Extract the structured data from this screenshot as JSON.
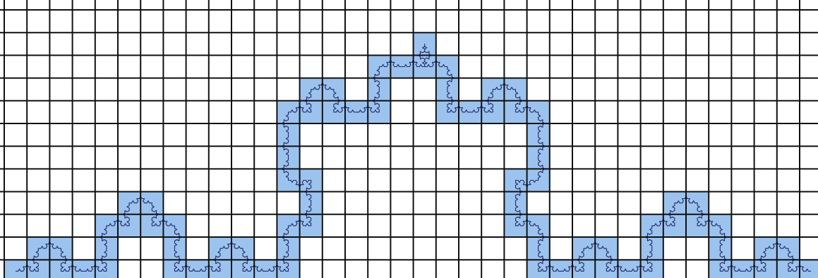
{
  "figure": {
    "description_type": "box-counting grid over a Koch-like fractal curve",
    "grid": {
      "columns": 36,
      "rows": 12,
      "line_color": "#111111"
    },
    "fill_color": "#9cc3ee",
    "curve_color": "#1f2a6b",
    "filled_cells": [
      [
        18,
        1
      ],
      [
        16,
        2
      ],
      [
        17,
        2
      ],
      [
        18,
        2
      ],
      [
        19,
        2
      ],
      [
        13,
        3
      ],
      [
        14,
        3
      ],
      [
        16,
        3
      ],
      [
        19,
        3
      ],
      [
        21,
        3
      ],
      [
        22,
        3
      ],
      [
        12,
        4
      ],
      [
        13,
        4
      ],
      [
        14,
        4
      ],
      [
        15,
        4
      ],
      [
        16,
        4
      ],
      [
        19,
        4
      ],
      [
        20,
        4
      ],
      [
        21,
        4
      ],
      [
        22,
        4
      ],
      [
        23,
        4
      ],
      [
        12,
        5
      ],
      [
        23,
        5
      ],
      [
        12,
        6
      ],
      [
        23,
        6
      ],
      [
        12,
        7
      ],
      [
        13,
        7
      ],
      [
        22,
        7
      ],
      [
        23,
        7
      ],
      [
        5,
        8
      ],
      [
        6,
        8
      ],
      [
        13,
        8
      ],
      [
        22,
        8
      ],
      [
        29,
        8
      ],
      [
        30,
        8
      ],
      [
        4,
        9
      ],
      [
        5,
        9
      ],
      [
        6,
        9
      ],
      [
        7,
        9
      ],
      [
        12,
        9
      ],
      [
        13,
        9
      ],
      [
        22,
        9
      ],
      [
        23,
        9
      ],
      [
        28,
        9
      ],
      [
        29,
        9
      ],
      [
        30,
        9
      ],
      [
        31,
        9
      ],
      [
        1,
        10
      ],
      [
        2,
        10
      ],
      [
        4,
        10
      ],
      [
        7,
        10
      ],
      [
        9,
        10
      ],
      [
        10,
        10
      ],
      [
        12,
        10
      ],
      [
        23,
        10
      ],
      [
        25,
        10
      ],
      [
        26,
        10
      ],
      [
        28,
        10
      ],
      [
        31,
        10
      ],
      [
        33,
        10
      ],
      [
        34,
        10
      ],
      [
        0,
        11
      ],
      [
        1,
        11
      ],
      [
        2,
        11
      ],
      [
        3,
        11
      ],
      [
        4,
        11
      ],
      [
        7,
        11
      ],
      [
        8,
        11
      ],
      [
        9,
        11
      ],
      [
        10,
        11
      ],
      [
        11,
        11
      ],
      [
        12,
        11
      ],
      [
        23,
        11
      ],
      [
        24,
        11
      ],
      [
        25,
        11
      ],
      [
        26,
        11
      ],
      [
        27,
        11
      ],
      [
        28,
        11
      ],
      [
        31,
        11
      ],
      [
        32,
        11
      ],
      [
        33,
        11
      ],
      [
        34,
        11
      ],
      [
        35,
        11
      ]
    ],
    "curve_path_cells": [
      [
        0,
        11
      ],
      [
        1,
        11
      ],
      [
        1,
        10
      ],
      [
        2,
        10
      ],
      [
        2,
        11
      ],
      [
        3,
        11
      ],
      [
        4,
        11
      ],
      [
        4,
        10
      ],
      [
        4,
        9
      ],
      [
        5,
        9
      ],
      [
        5,
        8
      ],
      [
        6,
        8
      ],
      [
        6,
        9
      ],
      [
        7,
        9
      ],
      [
        7,
        10
      ],
      [
        7,
        11
      ],
      [
        8,
        11
      ],
      [
        9,
        11
      ],
      [
        9,
        10
      ],
      [
        10,
        10
      ],
      [
        10,
        11
      ],
      [
        11,
        11
      ],
      [
        12,
        11
      ],
      [
        12,
        10
      ],
      [
        12,
        9
      ],
      [
        13,
        9
      ],
      [
        13,
        8
      ],
      [
        13,
        7
      ],
      [
        12,
        7
      ],
      [
        12,
        6
      ],
      [
        12,
        5
      ],
      [
        12,
        4
      ],
      [
        13,
        4
      ],
      [
        13,
        3
      ],
      [
        14,
        3
      ],
      [
        14,
        4
      ],
      [
        15,
        4
      ],
      [
        16,
        4
      ],
      [
        16,
        3
      ],
      [
        16,
        2
      ],
      [
        17,
        2
      ],
      [
        18,
        2
      ],
      [
        18,
        1
      ],
      [
        18,
        2
      ],
      [
        19,
        2
      ],
      [
        19,
        3
      ],
      [
        19,
        4
      ],
      [
        20,
        4
      ],
      [
        21,
        4
      ],
      [
        21,
        3
      ],
      [
        22,
        3
      ],
      [
        22,
        4
      ],
      [
        23,
        4
      ],
      [
        23,
        5
      ],
      [
        23,
        6
      ],
      [
        23,
        7
      ],
      [
        22,
        7
      ],
      [
        22,
        8
      ],
      [
        22,
        9
      ],
      [
        23,
        9
      ],
      [
        23,
        10
      ],
      [
        23,
        11
      ],
      [
        24,
        11
      ],
      [
        25,
        11
      ],
      [
        25,
        10
      ],
      [
        26,
        10
      ],
      [
        26,
        11
      ],
      [
        27,
        11
      ],
      [
        28,
        11
      ],
      [
        28,
        10
      ],
      [
        28,
        9
      ],
      [
        29,
        9
      ],
      [
        29,
        8
      ],
      [
        30,
        8
      ],
      [
        30,
        9
      ],
      [
        31,
        9
      ],
      [
        31,
        10
      ],
      [
        31,
        11
      ],
      [
        32,
        11
      ],
      [
        33,
        11
      ],
      [
        33,
        10
      ],
      [
        34,
        10
      ],
      [
        34,
        11
      ],
      [
        35,
        11
      ]
    ]
  }
}
